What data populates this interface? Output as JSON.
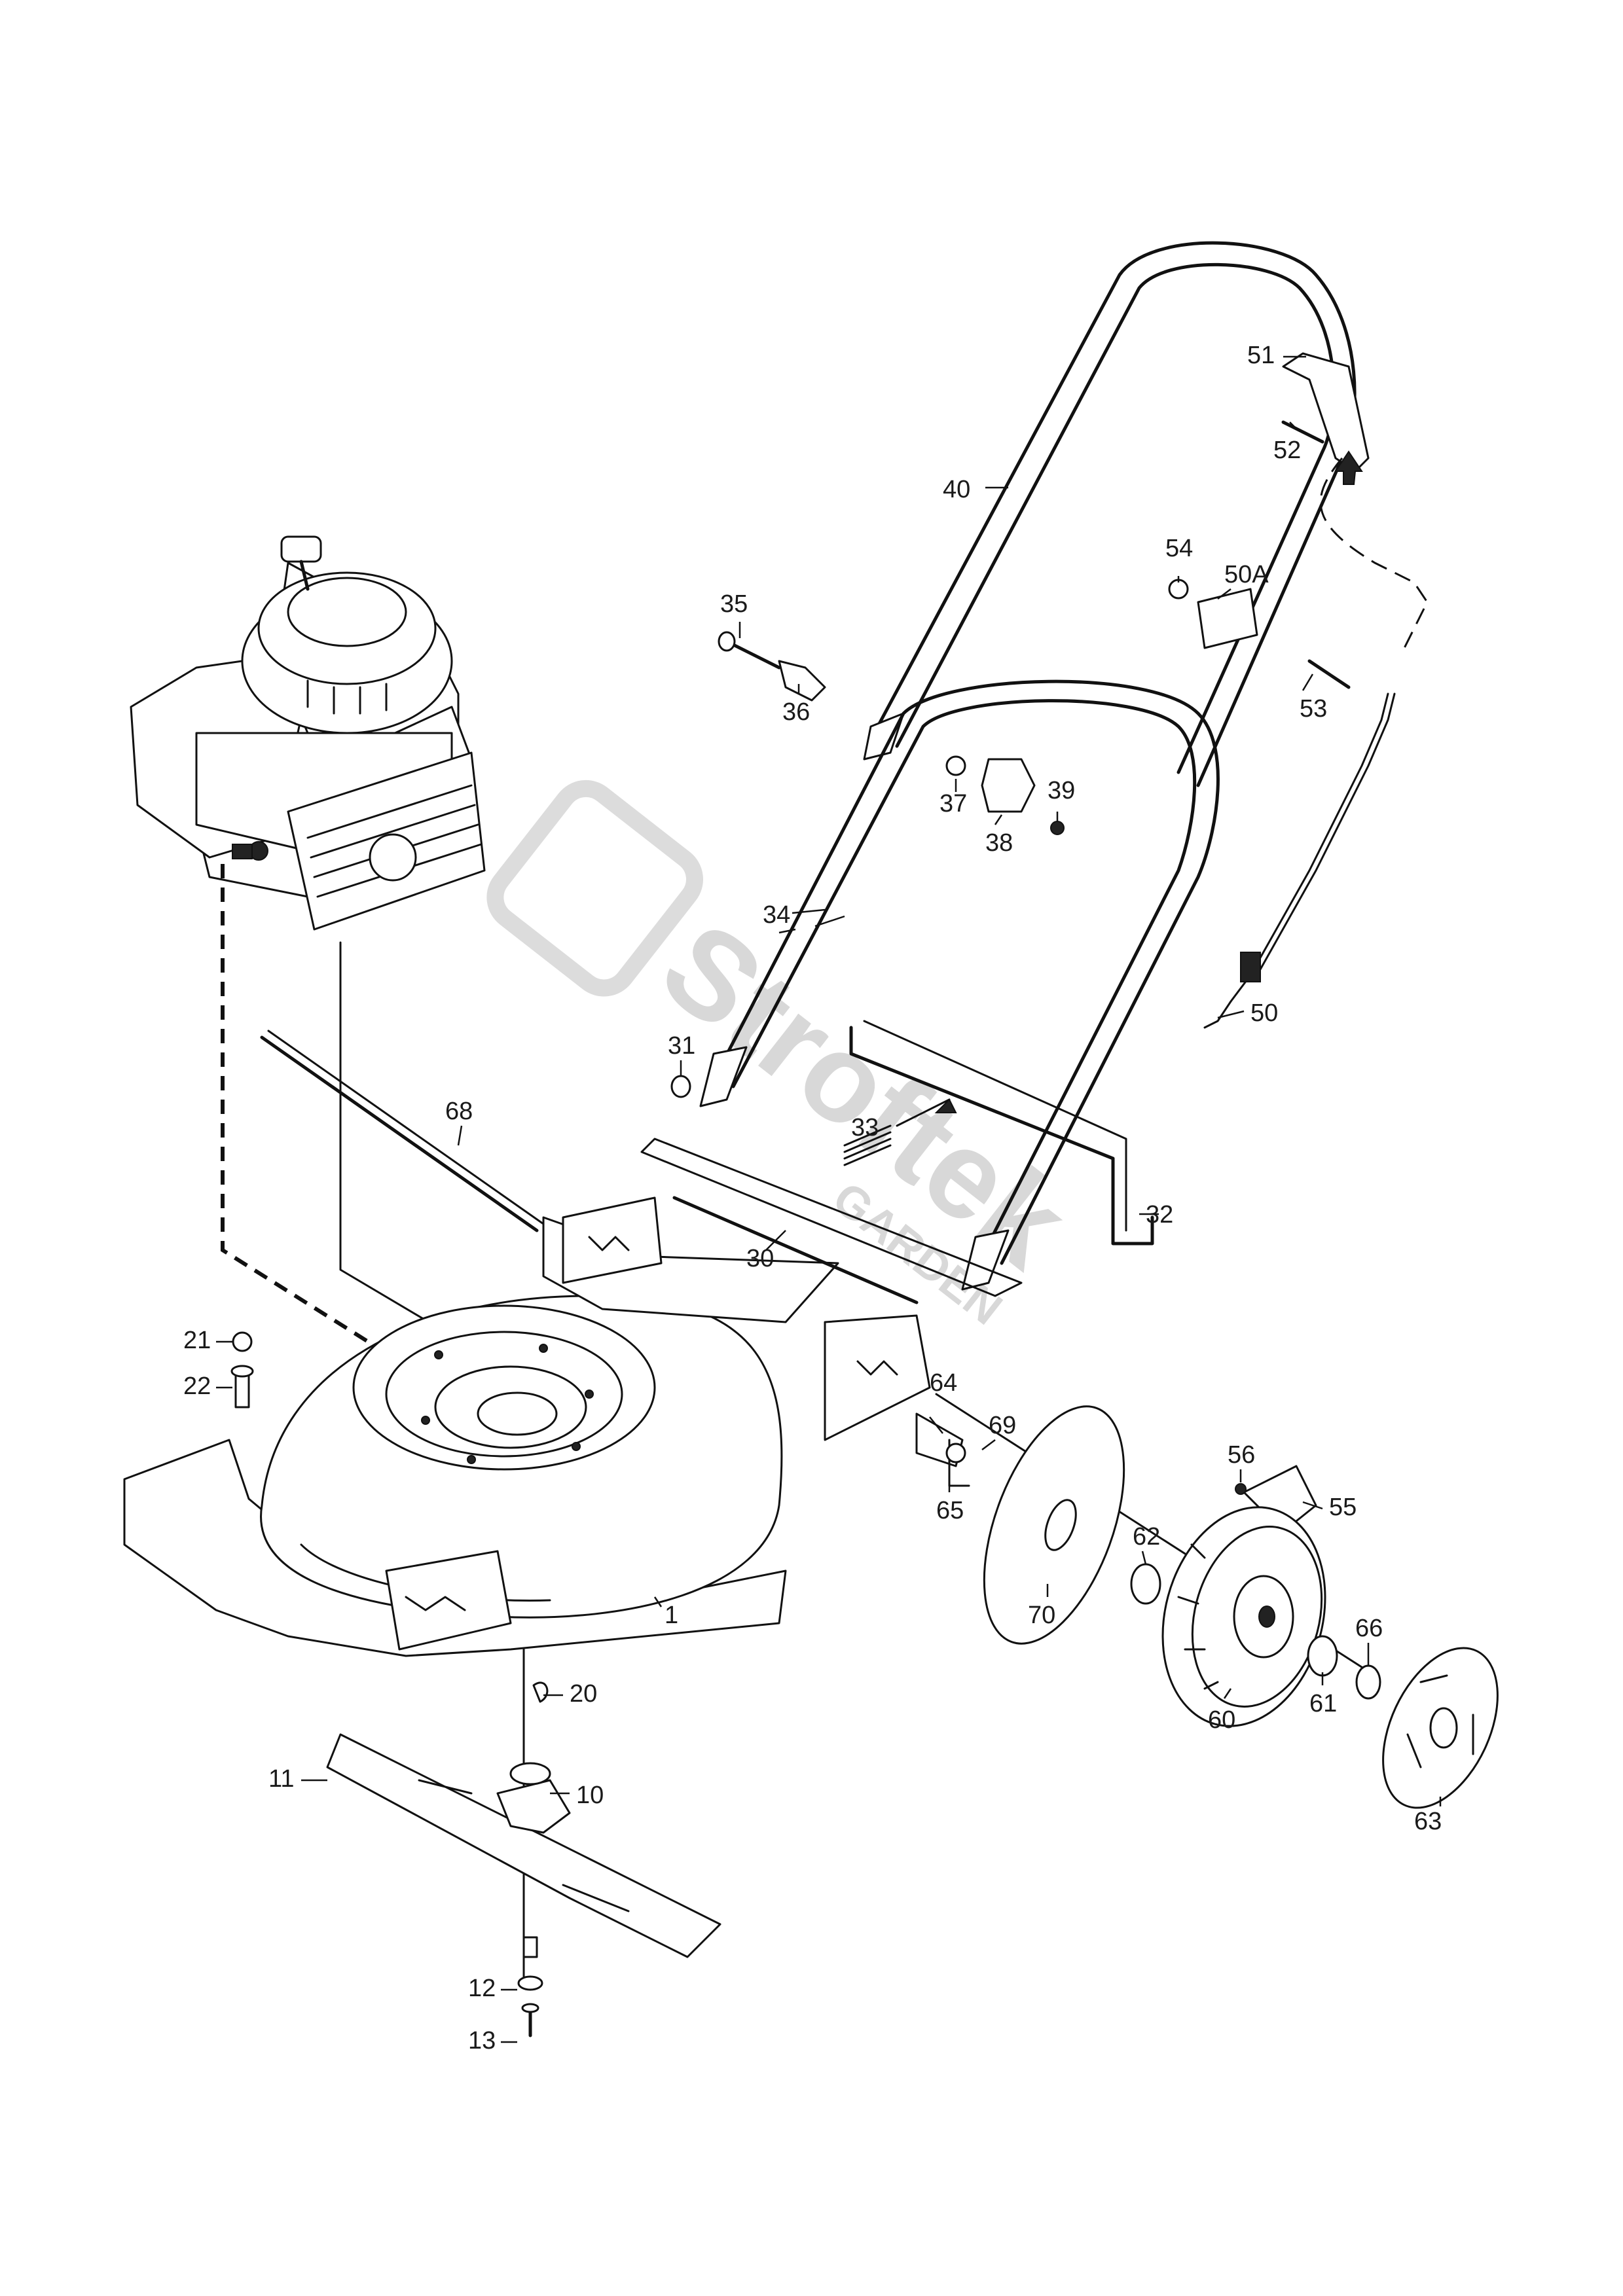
{
  "watermark": {
    "brand": "Stroftek",
    "sub": "GARDEN"
  },
  "labels": [
    {
      "id": "1"
    },
    {
      "id": "10"
    },
    {
      "id": "11"
    },
    {
      "id": "12"
    },
    {
      "id": "13"
    },
    {
      "id": "20"
    },
    {
      "id": "21"
    },
    {
      "id": "22"
    },
    {
      "id": "30"
    },
    {
      "id": "31"
    },
    {
      "id": "32"
    },
    {
      "id": "33"
    },
    {
      "id": "34"
    },
    {
      "id": "35"
    },
    {
      "id": "36"
    },
    {
      "id": "37"
    },
    {
      "id": "38"
    },
    {
      "id": "39"
    },
    {
      "id": "40"
    },
    {
      "id": "50"
    },
    {
      "id": "50A"
    },
    {
      "id": "51"
    },
    {
      "id": "52"
    },
    {
      "id": "53"
    },
    {
      "id": "54"
    },
    {
      "id": "55"
    },
    {
      "id": "56"
    },
    {
      "id": "60"
    },
    {
      "id": "61"
    },
    {
      "id": "62"
    },
    {
      "id": "63"
    },
    {
      "id": "64"
    },
    {
      "id": "65"
    },
    {
      "id": "66"
    },
    {
      "id": "68"
    },
    {
      "id": "69"
    },
    {
      "id": "70"
    }
  ]
}
